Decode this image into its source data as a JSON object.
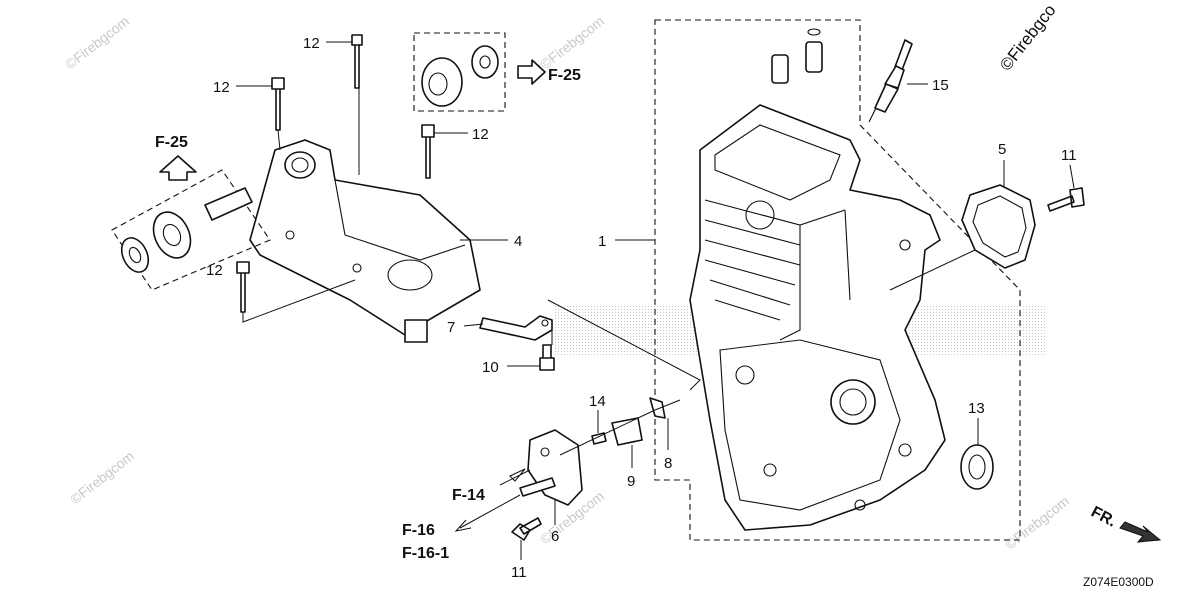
{
  "callouts": {
    "c1": "1",
    "c4": "4",
    "c5": "5",
    "c6": "6",
    "c7": "7",
    "c8": "8",
    "c9": "9",
    "c10": "10",
    "c11a": "11",
    "c11b": "11",
    "c12a": "12",
    "c12b": "12",
    "c12c": "12",
    "c12d": "12",
    "c13": "13",
    "c14": "14",
    "c15": "15"
  },
  "refs": {
    "f25_top": "F-25",
    "f25_left": "F-25",
    "f14": "F-14",
    "f16": "F-16",
    "f16_1": "F-16-1",
    "front": "FR."
  },
  "diagram_code": "Z074E0300D",
  "watermarks": {
    "main": "©Firebgco",
    "faint": "©Firebgcom"
  }
}
